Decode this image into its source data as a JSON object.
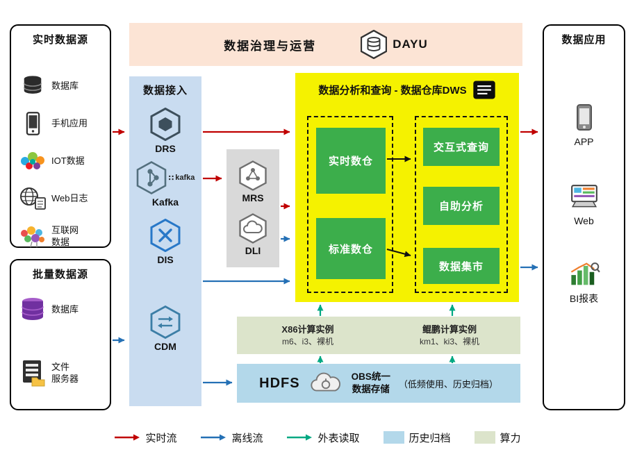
{
  "banner": {
    "title": "数据治理与运营",
    "logo_text": "DAYU"
  },
  "realtime_sources": {
    "title": "实时数据源",
    "items": [
      {
        "icon": "database-icon",
        "label": "数据库"
      },
      {
        "icon": "phone-icon",
        "label": "手机应用"
      },
      {
        "icon": "iot-icon",
        "label": "IOT数据"
      },
      {
        "icon": "globe-icon",
        "label": "Web日志"
      },
      {
        "icon": "internet-data-icon",
        "label": "互联网\n数据"
      }
    ]
  },
  "batch_sources": {
    "title": "批量数据源",
    "items": [
      {
        "icon": "database-purple-icon",
        "label": "数据库"
      },
      {
        "icon": "file-server-icon",
        "label": "文件\n服务器"
      }
    ]
  },
  "ingestion": {
    "title": "数据接入",
    "items": [
      {
        "label": "DRS"
      },
      {
        "label": "Kafka"
      },
      {
        "label": "DIS"
      },
      {
        "label": "CDM"
      }
    ],
    "kafka_dots": "∷",
    "kafka_mark": "kafka"
  },
  "processing": {
    "items": [
      {
        "label": "MRS"
      },
      {
        "label": "DLI"
      }
    ]
  },
  "dws": {
    "title": "数据分析和查询 - 数据仓库DWS",
    "left_items": [
      "实时数仓",
      "标准数仓"
    ],
    "right_items": [
      "交互式查询",
      "自助分析",
      "数据集市"
    ]
  },
  "apps": {
    "title": "数据应用",
    "items": [
      {
        "icon": "app-phone-icon",
        "label": "APP"
      },
      {
        "icon": "web-monitor-icon",
        "label": "Web"
      },
      {
        "icon": "bi-chart-icon",
        "label": "BI报表"
      }
    ]
  },
  "compute": {
    "x86_title": "X86计算实例",
    "x86_sub": "m6、i3、裸机",
    "kunpeng_title": "鲲鹏计算实例",
    "kunpeng_sub": "km1、ki3、裸机"
  },
  "storage": {
    "hdfs_label": "HDFS",
    "obs_label": "OBS统一\n数据存储",
    "note": "（低频使用、历史归档）"
  },
  "legend": {
    "realtime": "实时流",
    "offline": "离线流",
    "external": "外表读取",
    "archive": "历史归档",
    "compute": "算力"
  },
  "colors": {
    "realtime_flow": "#c00000",
    "offline_flow": "#2470b5",
    "external_read": "#00a882",
    "archive_swatch": "#b3d8ea",
    "compute_swatch": "#dce4cb",
    "dws_bg": "#f5f200",
    "green_box": "#3cae4b",
    "ingest_bg": "#c9dcf0",
    "banner_bg": "#fce4d5"
  }
}
